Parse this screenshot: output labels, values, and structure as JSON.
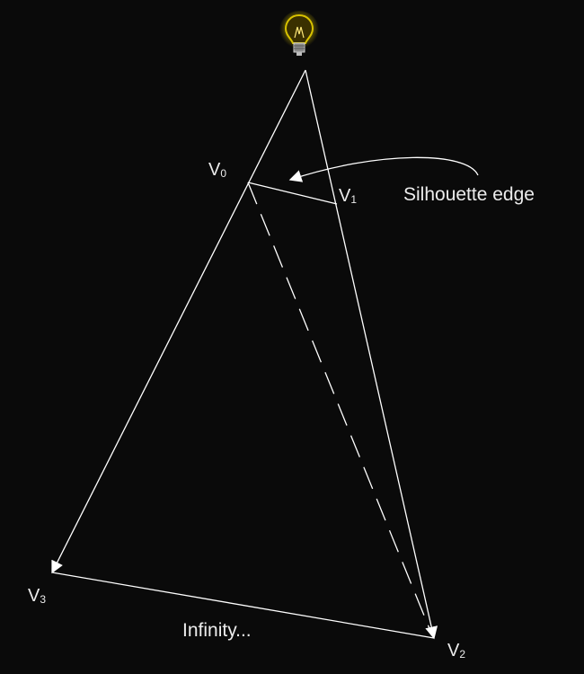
{
  "colors": {
    "background": "#0a0a0a",
    "line": "#ffffff",
    "text": "#ececec",
    "bulb_glow": "#c8b400"
  },
  "icons": {
    "light_source": "light-bulb-icon"
  },
  "vertices": {
    "v0": {
      "main": "V",
      "sub": "0"
    },
    "v1": {
      "main": "V",
      "sub": "1"
    },
    "v2": {
      "main": "V",
      "sub": "2"
    },
    "v3": {
      "main": "V",
      "sub": "3"
    }
  },
  "annotations": {
    "silhouette": "Silhouette edge",
    "infinity": "Infinity..."
  }
}
